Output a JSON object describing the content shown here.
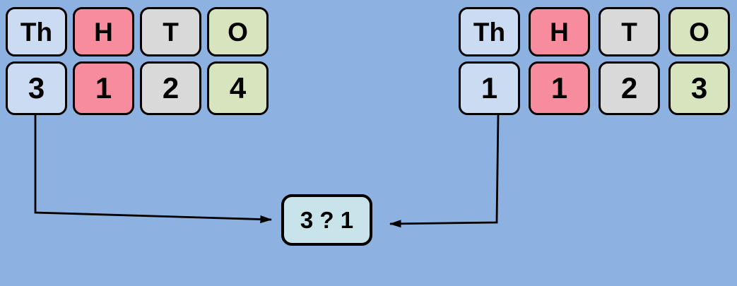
{
  "colors": {
    "background": "#8DB1E0",
    "thousands": "#CBDCF2",
    "hundreds": "#F78C9E",
    "tens": "#D9D9D9",
    "ones": "#D8E4BE",
    "comparison": "#C9E3EA",
    "line": "#000000"
  },
  "left_table": {
    "headers": [
      "Th",
      "H",
      "T",
      "O"
    ],
    "digits": [
      "3",
      "1",
      "2",
      "4"
    ]
  },
  "right_table": {
    "headers": [
      "Th",
      "H",
      "T",
      "O"
    ],
    "digits": [
      "1",
      "1",
      "2",
      "3"
    ]
  },
  "comparison": {
    "label": "3 ? 1"
  }
}
